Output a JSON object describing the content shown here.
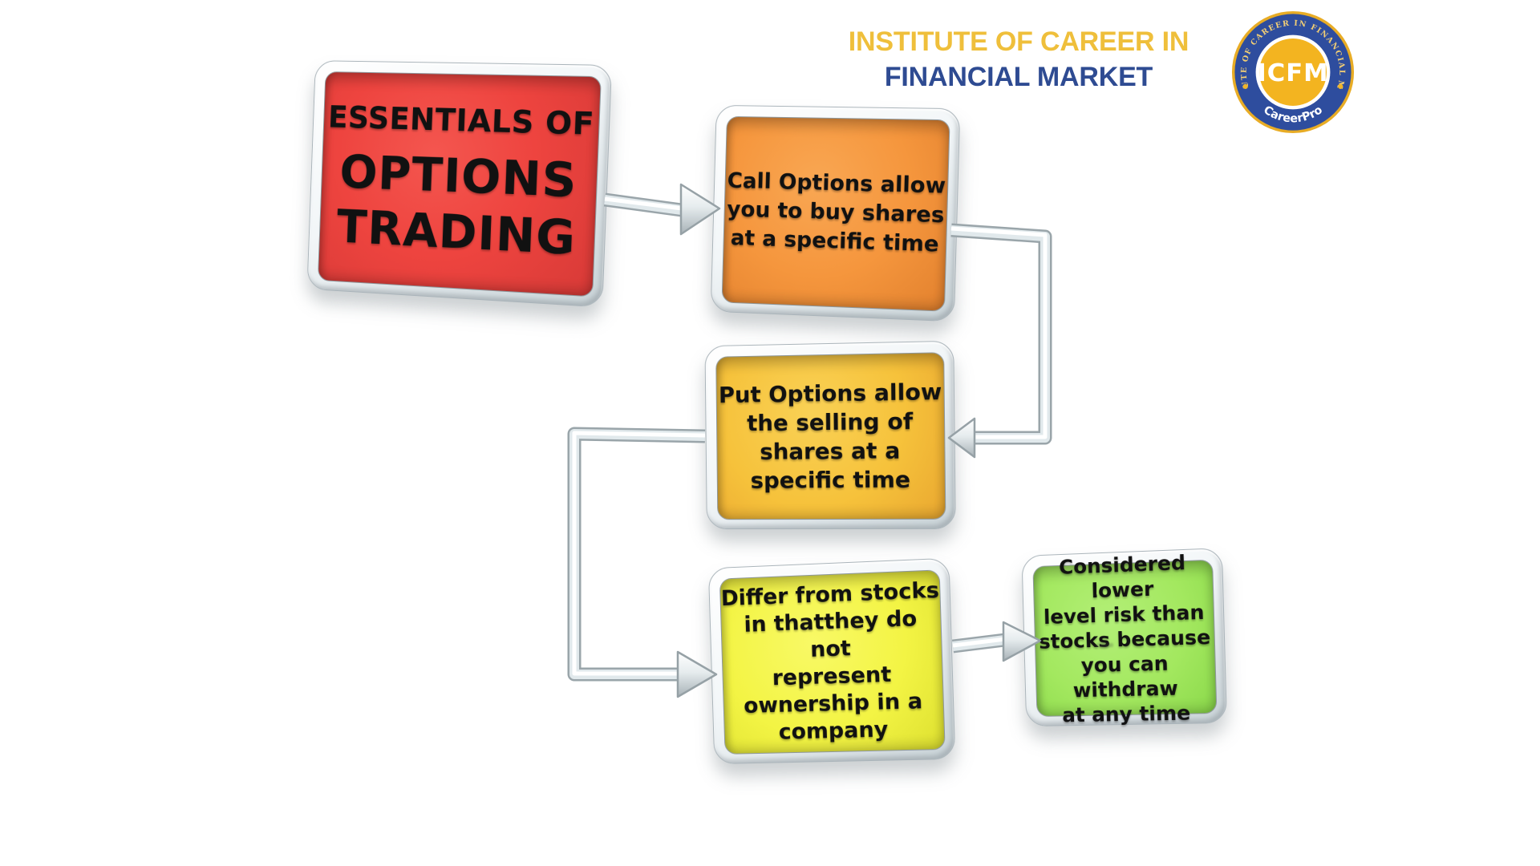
{
  "header": {
    "line1": "INSTITUTE OF CAREER IN",
    "line2": "FINANCIAL MARKET",
    "line1_color": "#EFBF3B",
    "line2_color": "#2E4B92"
  },
  "logo": {
    "ring_text": "INSTITUTE OF CAREER IN FINANCIAL MARKET",
    "monogram": "ICFM",
    "banner": "CareerPro",
    "colors": {
      "ring_blue": "#2E4D9E",
      "gold": "#F2B728",
      "ring_text_gold": "#F3CF74",
      "monogram_white": "#FFFFFF"
    }
  },
  "flowchart": {
    "start": {
      "line1": "ESSENTIALS OF",
      "line2": "OPTIONS",
      "line3": "TRADING",
      "fill": "#EE443F"
    },
    "call": {
      "text": "Call Options allow\nyou to buy shares\nat a specific time",
      "fill": "#F5963D"
    },
    "put": {
      "text": "Put Options allow\nthe selling of\nshares at a\nspecific time",
      "fill": "#F6C23B"
    },
    "differ": {
      "text": "Differ from stocks\nin thatthey do not\nrepresent\nownership in a\ncompany",
      "fill": "#F3F444"
    },
    "risk": {
      "text": "Considered lower\nlevel risk than\nstocks because\nyou can withdraw\nat any time",
      "fill": "#A3E85F"
    },
    "connector_color": "#E1E9EC"
  }
}
